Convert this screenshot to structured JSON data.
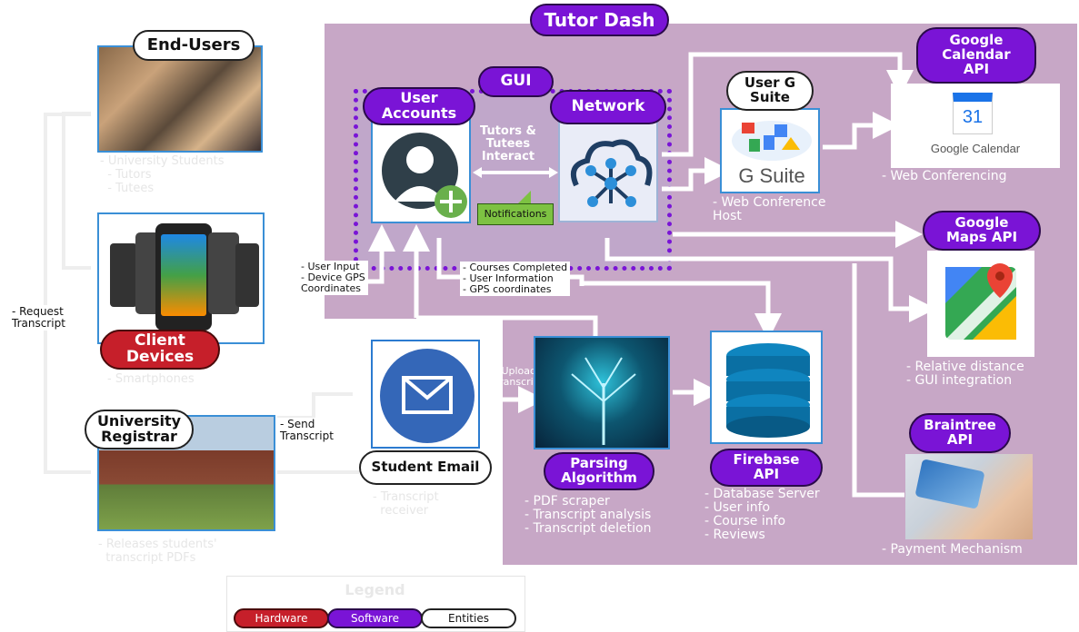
{
  "title": "Tutor Dash",
  "colors": {
    "software": "#7a14d6",
    "hardware": "#c61f2a",
    "panel": "#c7a7c6",
    "arrow": "#ffffff"
  },
  "left": {
    "end_users": {
      "label": "End-Users",
      "desc": "- University Students\n  - Tutors\n  - Tutees"
    },
    "client_devices": {
      "label": "Client\nDevices",
      "desc": "- Smartphones"
    },
    "registrar": {
      "label": "University\nRegistrar",
      "desc": "- Releases students'\n  transcript PDFs"
    },
    "request_transcript": "- Request\nTranscript",
    "send_transcript": "- Send\nTranscript"
  },
  "gui": {
    "label": "GUI",
    "user_accounts": "User\nAccounts",
    "network": "Network",
    "interact": "Tutors &\nTutees\nInteract",
    "notifications": "Notifications"
  },
  "mid": {
    "user_input": "- User Input\n- Device GPS\nCoordinates",
    "courses": "- Courses Completed\n- User Information\n- GPS coordinates",
    "upload": "- Upload\nTranscript"
  },
  "student_email": {
    "label": "Student Email",
    "desc": "- Transcript\n  receiver"
  },
  "parsing": {
    "label": "Parsing\nAlgorithm",
    "desc": "- PDF scraper\n- Transcript analysis\n- Transcript deletion"
  },
  "firebase": {
    "label": "Firebase\nAPI",
    "desc": "- Database Server\n- User info\n- Course info\n- Reviews"
  },
  "gsuite": {
    "label": "User G\nSuite",
    "logo": "G Suite",
    "desc": "- Web Conference\nHost"
  },
  "gcal": {
    "label": "Google\nCalendar\nAPI",
    "logo_num": "31",
    "logo_text": "Google Calendar",
    "desc": "- Web Conferencing"
  },
  "gmaps": {
    "label": "Google\nMaps API",
    "desc": "- Relative distance\n- GUI integration"
  },
  "braintree": {
    "label": "Braintree\nAPI",
    "desc": "- Payment Mechanism"
  },
  "legend": {
    "title": "Legend",
    "hardware": "Hardware",
    "software": "Software",
    "entities": "Entities"
  }
}
